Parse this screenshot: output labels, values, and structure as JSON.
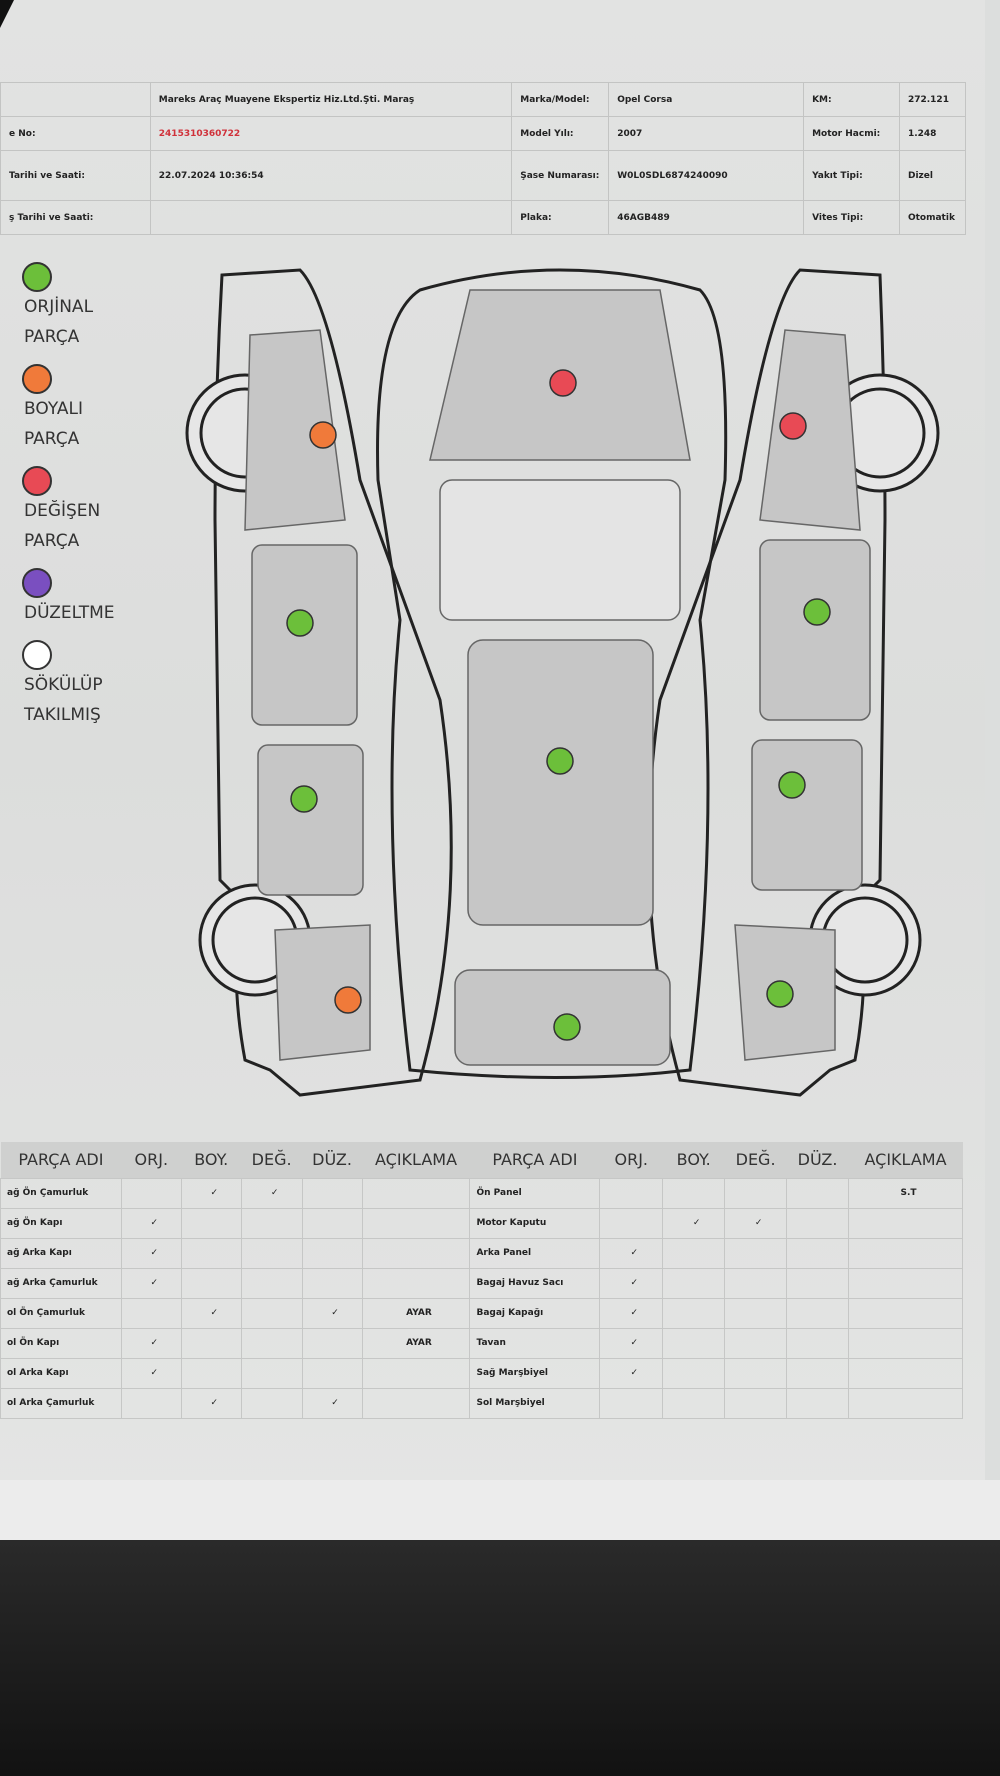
{
  "header": {
    "company": "Mareks Araç Muayene Ekspertiz Hiz.Ltd.Şti. Maraş",
    "rows": [
      {
        "l1": "",
        "v1": "Mareks Araç Muayene Ekspertiz Hiz.Ltd.Şti. Maraş",
        "l2": "Marka/Model:",
        "v2": "Opel Corsa",
        "l3": "KM:",
        "v3": "272.121"
      },
      {
        "l1": "e No:",
        "v1": "2415310360722",
        "l2": "Model Yılı:",
        "v2": "2007",
        "l3": "Motor Hacmi:",
        "v3": "1.248"
      },
      {
        "l1": "Tarihi ve Saati:",
        "v1": "22.07.2024 10:36:54",
        "l2": "Şase Numarası:",
        "v2": "W0L0SDL6874240090",
        "l3": "Yakıt Tipi:",
        "v3": "Dizel"
      },
      {
        "l1": "ş Tarihi ve Saati:",
        "v1": "",
        "l2": "Plaka:",
        "v2": "46AGB489",
        "l3": "Vites Tipi:",
        "v3": "Otomatik"
      }
    ]
  },
  "legend": [
    {
      "label": "ORJİNAL",
      "label2": "PARÇA",
      "color": "#6cbf3a"
    },
    {
      "label": "BOYALI",
      "label2": "PARÇA",
      "color": "#f07a3a"
    },
    {
      "label": "DEĞİŞEN",
      "label2": "PARÇA",
      "color": "#e84a55"
    },
    {
      "label": "DÜZELTME",
      "label2": "",
      "color": "#7a4fc0"
    },
    {
      "label": "SÖKÜLÜP",
      "label2": "TAKILMIŞ",
      "color": "#ffffff"
    }
  ],
  "table": {
    "headers": [
      "PARÇA ADI",
      "ORJ.",
      "BOY.",
      "DEĞ.",
      "DÜZ.",
      "AÇIKLAMA",
      "PARÇA ADI",
      "ORJ.",
      "BOY.",
      "DEĞ.",
      "DÜZ.",
      "AÇIKLAMA"
    ],
    "check": "✓",
    "left": [
      {
        "name": "ağ Ön Çamurluk",
        "orj": "",
        "boy": "✓",
        "deg": "✓",
        "duz": "",
        "note": ""
      },
      {
        "name": "ağ Ön Kapı",
        "orj": "✓",
        "boy": "",
        "deg": "",
        "duz": "",
        "note": ""
      },
      {
        "name": "ağ Arka Kapı",
        "orj": "✓",
        "boy": "",
        "deg": "",
        "duz": "",
        "note": ""
      },
      {
        "name": "ağ Arka Çamurluk",
        "orj": "✓",
        "boy": "",
        "deg": "",
        "duz": "",
        "note": ""
      },
      {
        "name": "ol Ön Çamurluk",
        "orj": "",
        "boy": "✓",
        "deg": "",
        "duz": "✓",
        "note": "AYAR"
      },
      {
        "name": "ol Ön Kapı",
        "orj": "✓",
        "boy": "",
        "deg": "",
        "duz": "",
        "note": "AYAR"
      },
      {
        "name": "ol Arka Kapı",
        "orj": "✓",
        "boy": "",
        "deg": "",
        "duz": "",
        "note": ""
      },
      {
        "name": "ol Arka Çamurluk",
        "orj": "",
        "boy": "✓",
        "deg": "",
        "duz": "✓",
        "note": ""
      }
    ],
    "right": [
      {
        "name": "Ön Panel",
        "orj": "",
        "boy": "",
        "deg": "",
        "duz": "",
        "note": "S.T"
      },
      {
        "name": "Motor Kaputu",
        "orj": "",
        "boy": "✓",
        "deg": "✓",
        "duz": "",
        "note": ""
      },
      {
        "name": "Arka Panel",
        "orj": "✓",
        "boy": "",
        "deg": "",
        "duz": "",
        "note": ""
      },
      {
        "name": "Bagaj Havuz Sacı",
        "orj": "✓",
        "boy": "",
        "deg": "",
        "duz": "",
        "note": ""
      },
      {
        "name": "Bagaj Kapağı",
        "orj": "✓",
        "boy": "",
        "deg": "",
        "duz": "",
        "note": ""
      },
      {
        "name": "Tavan",
        "orj": "✓",
        "boy": "",
        "deg": "",
        "duz": "",
        "note": ""
      },
      {
        "name": "Sağ Marşbiyel",
        "orj": "✓",
        "boy": "",
        "deg": "",
        "duz": "",
        "note": ""
      },
      {
        "name": "Sol Marşbiyel",
        "orj": "",
        "boy": "",
        "deg": "",
        "duz": "",
        "note": ""
      }
    ]
  },
  "diagram": {
    "markers": [
      {
        "part": "hood",
        "status": "changed"
      },
      {
        "part": "left-front-fender",
        "status": "painted"
      },
      {
        "part": "right-front-fender",
        "status": "changed"
      },
      {
        "part": "left-front-door",
        "status": "original"
      },
      {
        "part": "right-front-door",
        "status": "original"
      },
      {
        "part": "roof",
        "status": "original"
      },
      {
        "part": "left-rear-door",
        "status": "original"
      },
      {
        "part": "right-rear-door",
        "status": "original"
      },
      {
        "part": "left-rear-fender",
        "status": "painted"
      },
      {
        "part": "right-rear-fender",
        "status": "original"
      },
      {
        "part": "trunk",
        "status": "original"
      }
    ],
    "colors": {
      "original": "#6cbf3a",
      "painted": "#f07a3a",
      "changed": "#e84a55"
    }
  }
}
